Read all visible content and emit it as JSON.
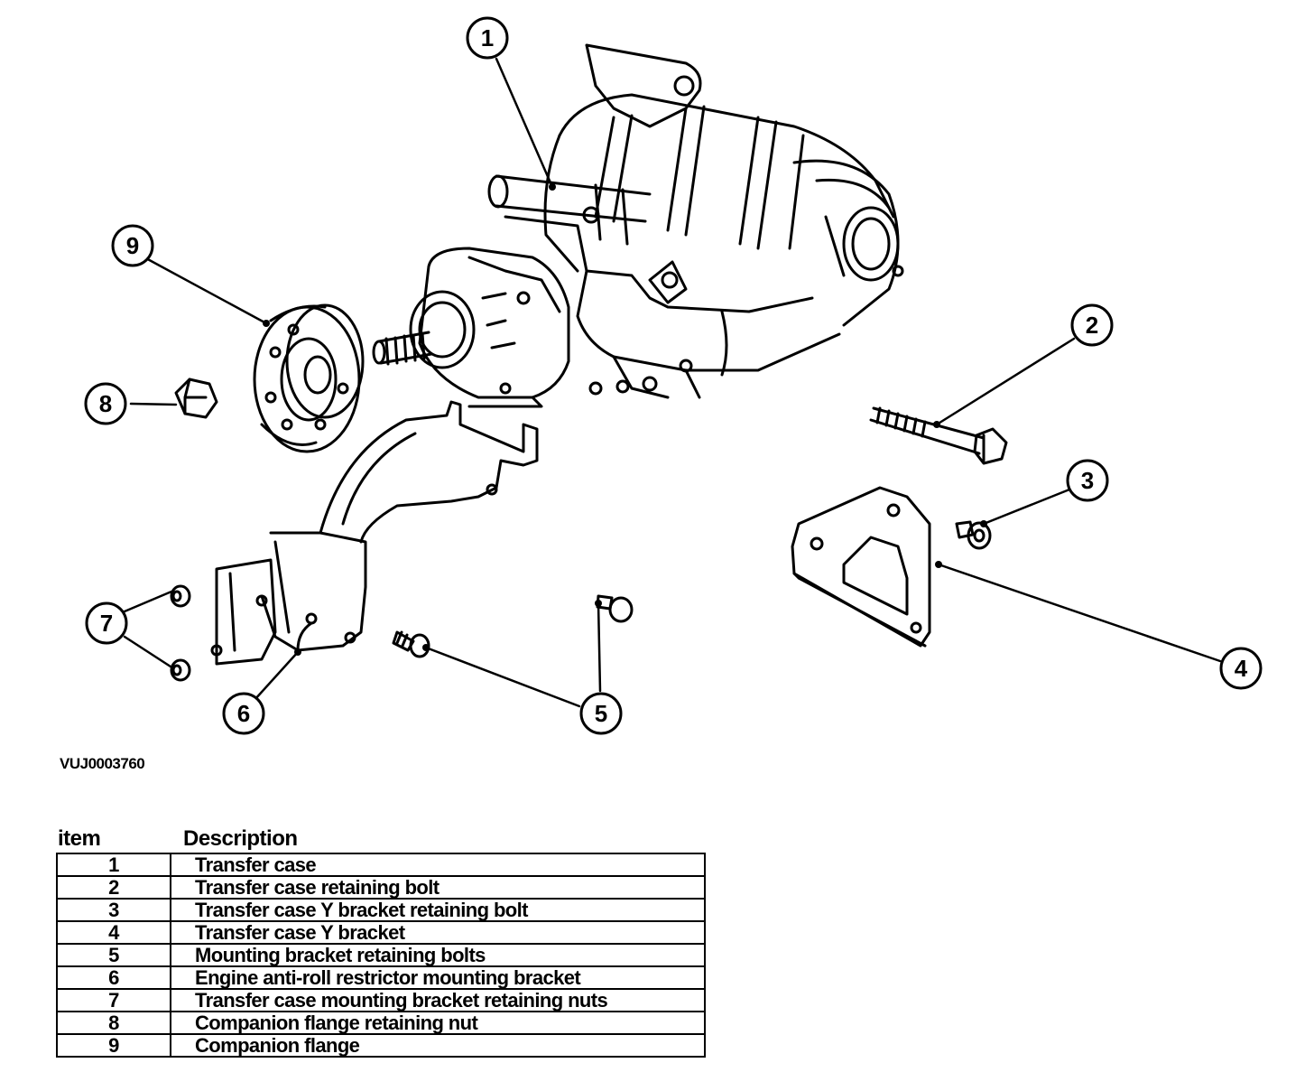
{
  "figure_id": "VUJ0003760",
  "callouts": [
    {
      "num": "1"
    },
    {
      "num": "2"
    },
    {
      "num": "3"
    },
    {
      "num": "4"
    },
    {
      "num": "5"
    },
    {
      "num": "6"
    },
    {
      "num": "7"
    },
    {
      "num": "8"
    },
    {
      "num": "9"
    }
  ],
  "legend": {
    "header_item": "item",
    "header_description": "Description",
    "rows": [
      {
        "item": "1",
        "description": "Transfer case"
      },
      {
        "item": "2",
        "description": "Transfer case retaining bolt"
      },
      {
        "item": "3",
        "description": "Transfer case Y bracket retaining bolt"
      },
      {
        "item": "4",
        "description": "Transfer case Y bracket"
      },
      {
        "item": "5",
        "description": "Mounting bracket retaining bolts"
      },
      {
        "item": "6",
        "description": "Engine anti-roll restrictor mounting bracket"
      },
      {
        "item": "7",
        "description": "Transfer case mounting bracket retaining nuts"
      },
      {
        "item": "8",
        "description": "Companion flange retaining nut"
      },
      {
        "item": "9",
        "description": "Companion flange"
      }
    ]
  }
}
